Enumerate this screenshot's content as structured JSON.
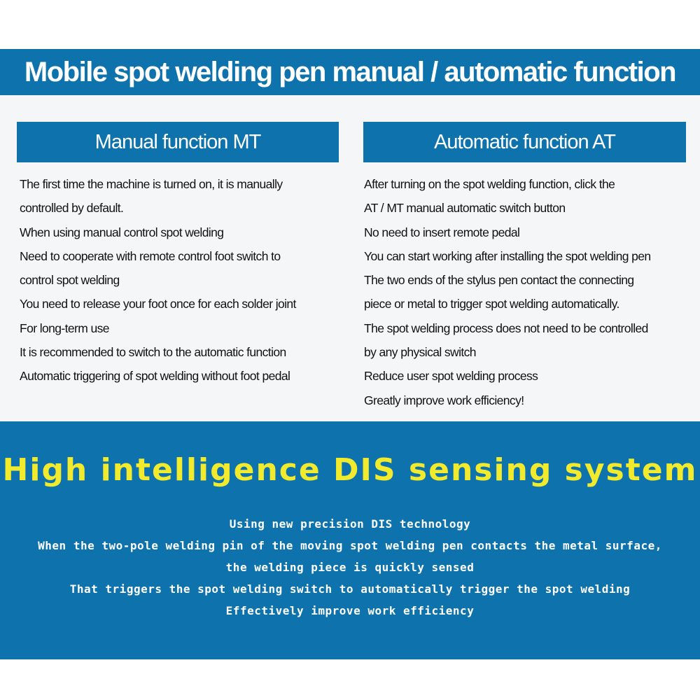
{
  "title": "Mobile spot welding pen manual / automatic function",
  "manual": {
    "heading": "Manual function MT",
    "lines": [
      "The first time the machine is turned on, it is manually",
      "controlled by default.",
      "When using manual control spot welding",
      "Need to cooperate with remote control foot switch to",
      "control spot welding",
      "You need to release your foot once for each solder joint",
      "For long-term use",
      "It is recommended to switch to the automatic function",
      "Automatic triggering of spot welding without foot pedal"
    ]
  },
  "automatic": {
    "heading": "Automatic function AT",
    "lines": [
      "After turning on the spot welding function, click the",
      "AT / MT manual automatic switch button",
      "No need to insert remote pedal",
      "You can start working after installing the spot welding pen",
      "The two ends of the stylus pen contact the connecting",
      "piece or metal to trigger spot welding automatically.",
      "The spot welding process does not need to be controlled",
      "by any physical switch",
      "Reduce user spot welding process",
      "Greatly improve work efficiency!"
    ]
  },
  "sensing": {
    "heading": "High intelligence DIS sensing system",
    "lines": [
      "Using new precision DIS technology",
      "When the two-pole welding pin of the moving spot welding pen contacts the metal surface,",
      "the welding piece is quickly sensed",
      "That triggers the spot welding switch to automatically trigger the spot welding",
      "Effectively improve work efficiency"
    ]
  },
  "colors": {
    "band_blue": "#0e72ad",
    "panel_gray": "#f5f6f8",
    "highlight_yellow": "#f2ea2c"
  }
}
